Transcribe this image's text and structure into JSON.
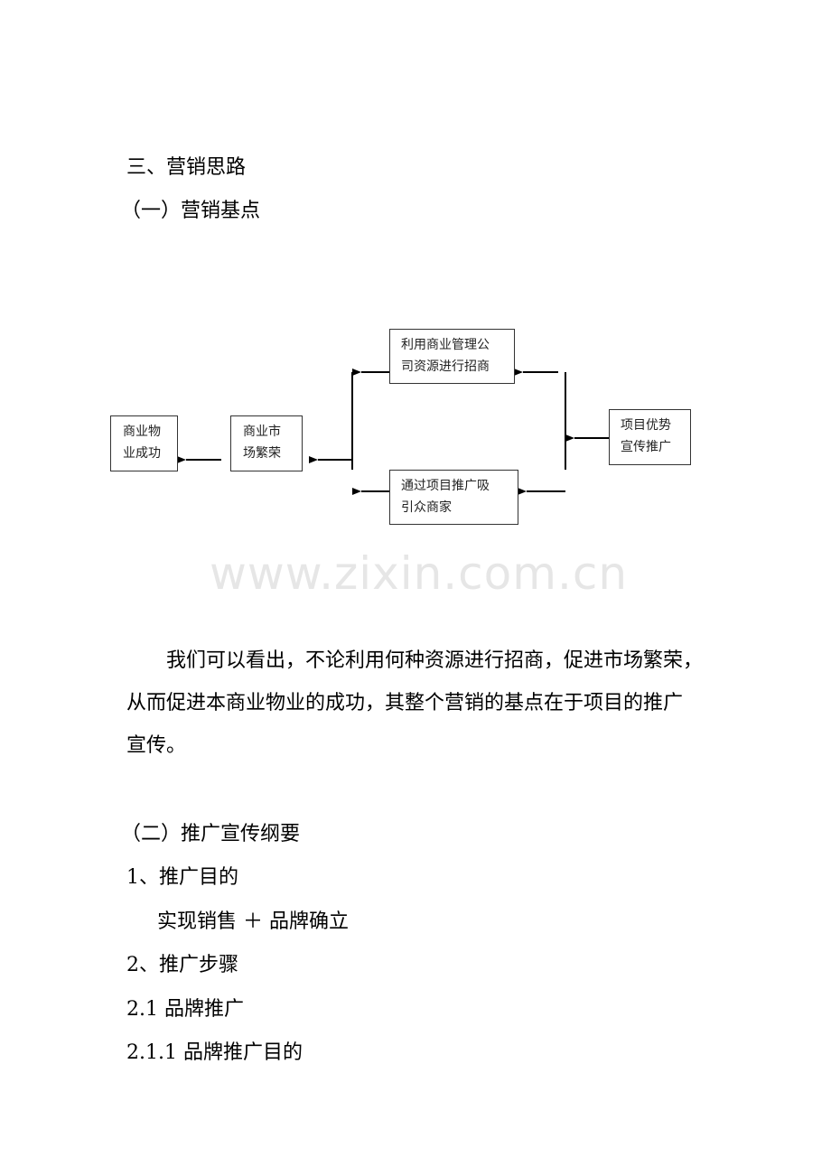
{
  "heading": "三、营销思路",
  "subheading_1": "（一）营销基点",
  "diagram": {
    "boxes": {
      "success": {
        "line1": "商业物",
        "line2": "业成功"
      },
      "prosperity": {
        "line1": "商业市",
        "line2": "场繁荣"
      },
      "mgmt_resources": {
        "line1": "利用商业管理公",
        "line2": "司资源进行招商"
      },
      "attract_merchants": {
        "line1": "通过项目推广吸",
        "line2": "引众商家"
      },
      "promotion": {
        "line1": "项目优势",
        "line2": "宣传推广"
      }
    },
    "line_color": "#000000",
    "box_border_color": "#333333"
  },
  "watermark": "www.zixin.com.cn",
  "paragraph": {
    "line1": "我们可以看出，不论利用何种资源进行招商，促进市场繁荣，",
    "line2": "从而促进本商业物业的成功，其整个营销的基点在于项目的推广",
    "line3": "宣传。"
  },
  "subheading_2": "（二）推广宣传纲要",
  "outline": [
    {
      "text": "1、推广目的"
    },
    {
      "text": "实现销售 ＋ 品牌确立"
    },
    {
      "text": "2、推广步骤"
    },
    {
      "text": "2.1  品牌推广"
    },
    {
      "text": "2.1.1  品牌推广目的"
    }
  ]
}
